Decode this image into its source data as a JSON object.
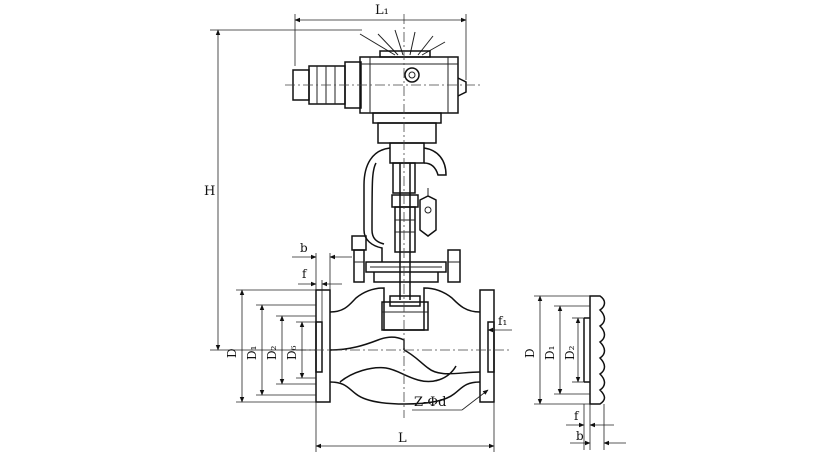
{
  "labels": {
    "L1": "L₁",
    "H": "H",
    "b_top": "b",
    "f_top": "f",
    "D": "D",
    "D1": "D₁",
    "D2": "D₂",
    "D6": "D₆",
    "f1": "f₁",
    "ZPhid": "Z-Φd",
    "L": "L",
    "D_side": "D",
    "D1_side": "D₁",
    "D2_side": "D₂",
    "f_side": "f",
    "b_side": "b"
  }
}
